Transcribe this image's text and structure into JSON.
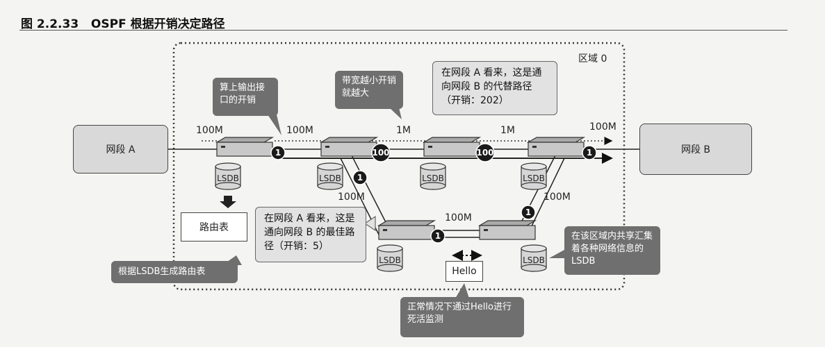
{
  "figure": {
    "number": "图 2.2.33",
    "title": "OSPF 根据开销决定路径"
  },
  "area_label": "区域 0",
  "segments": {
    "a": "网段 A",
    "b": "网段 B"
  },
  "bandwidth_labels": [
    "100M",
    "100M",
    "1M",
    "1M",
    "100M",
    "100M",
    "100M",
    "100M"
  ],
  "costs": [
    "1",
    "100",
    "100",
    "1",
    "1",
    "1",
    "1"
  ],
  "lsdb_label": "LSDB",
  "routing_table": "路由表",
  "hello": "Hello",
  "callouts": {
    "output_interface": "算上输出接口的开销",
    "bandwidth": "带宽越小开销就越大",
    "alt_path": "在网段 A 看来，这是通向网段 B 的代替路径（开销：202）",
    "best_path": "在网段 A 看来，这是通向网段 B 的最佳路径（开销：5）",
    "lsdb_to_table": "根据LSDB生成路由表",
    "share": "在该区域内共享汇集着各种网络信息的LSDB",
    "hello_monitor": "正常情况下通过Hello进行死活监测"
  },
  "colors": {
    "callout_dark": "#6f6f6f",
    "callout_light": "#e2e2e2",
    "segment_fill": "#d9d9d9",
    "cost_badge": "#1a1a1a"
  }
}
